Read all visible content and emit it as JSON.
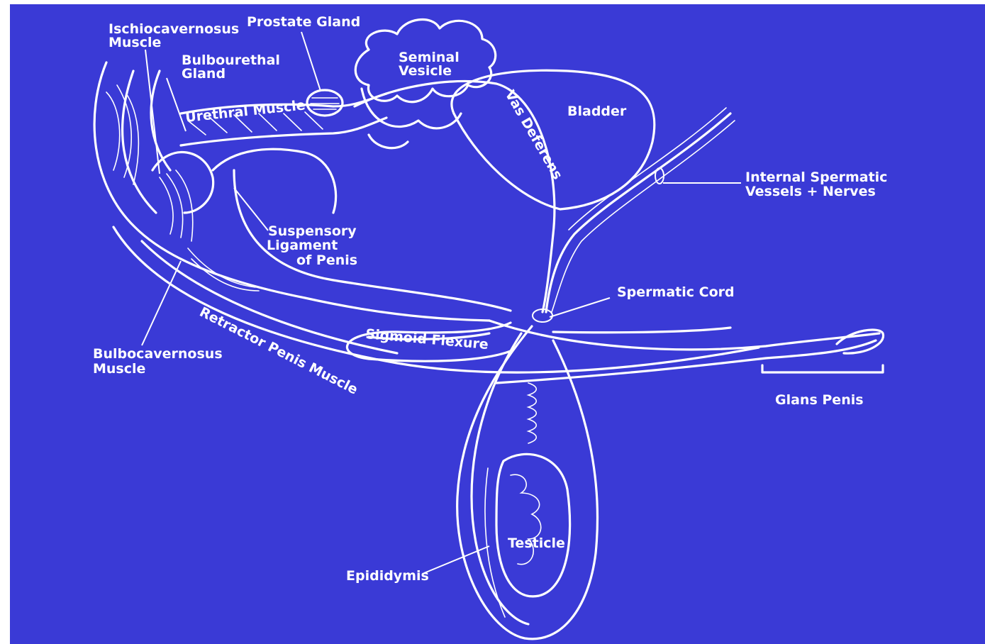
{
  "colors": {
    "background": "#3a3ad6",
    "line": "#ffffff",
    "border": "#ffffff"
  },
  "labels": {
    "ischiocavernosus": [
      "Ischiocavernosus",
      "Muscle"
    ],
    "prostate": [
      "Prostate Gland"
    ],
    "bulbourethral": [
      "Bulbourethal",
      "Gland"
    ],
    "seminal_vesicle": [
      "Seminal",
      "Vesicle"
    ],
    "urethral_muscle": "Urethral Muscle",
    "vas_deferens": "Vas Deferens",
    "bladder": [
      "Bladder"
    ],
    "internal_spermatic": [
      "Internal Spermatic",
      "Vessels + Nerves"
    ],
    "suspensory": [
      "Suspensory",
      "Ligament",
      "of Penis"
    ],
    "spermatic_cord": [
      "Spermatic Cord"
    ],
    "sigmoid_flexure": "Sigmoid Flexure",
    "retractor": "Retractor Penis Muscle",
    "bulbocavernosus": [
      "Bulbocavernosus",
      "Muscle"
    ],
    "glans_penis": [
      "Glans Penis"
    ],
    "testicle": [
      "Testicle"
    ],
    "epididymis": [
      "Epididymis"
    ]
  }
}
